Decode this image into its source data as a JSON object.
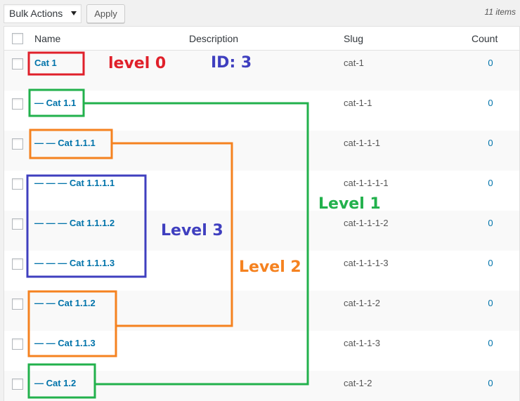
{
  "toolbar": {
    "bulk_actions_label": "Bulk Actions",
    "apply_label": "Apply",
    "items_count": "11 items"
  },
  "table": {
    "columns": {
      "name": "Name",
      "description": "Description",
      "slug": "Slug",
      "count": "Count"
    },
    "rows": [
      {
        "name": "Cat 1",
        "slug": "cat-1",
        "count": "0"
      },
      {
        "name": "— Cat 1.1",
        "slug": "cat-1-1",
        "count": "0"
      },
      {
        "name": "— — Cat 1.1.1",
        "slug": "cat-1-1-1",
        "count": "0"
      },
      {
        "name": "— — — Cat 1.1.1.1",
        "slug": "cat-1-1-1-1",
        "count": "0"
      },
      {
        "name": "— — — Cat 1.1.1.2",
        "slug": "cat-1-1-1-2",
        "count": "0"
      },
      {
        "name": "— — — Cat 1.1.1.3",
        "slug": "cat-1-1-1-3",
        "count": "0"
      },
      {
        "name": "— — Cat 1.1.2",
        "slug": "cat-1-1-2",
        "count": "0"
      },
      {
        "name": "— — Cat 1.1.3",
        "slug": "cat-1-1-3",
        "count": "0"
      },
      {
        "name": "— Cat 1.2",
        "slug": "cat-1-2",
        "count": "0"
      }
    ]
  },
  "annotations": {
    "level0": "level 0",
    "id": "ID: 3",
    "level1": "Level 1",
    "level2": "Level 2",
    "level3": "Level 3",
    "colors": {
      "red": "#e0202a",
      "green": "#22b14c",
      "orange": "#f58220",
      "blue": "#3f3fbf"
    }
  }
}
